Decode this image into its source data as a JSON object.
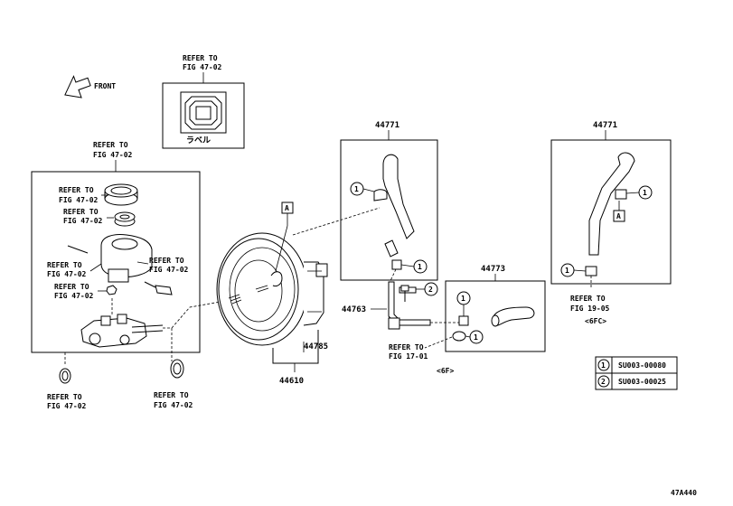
{
  "front_label": "FRONT",
  "refer_to": "REFER TO",
  "fig_47_02": "FIG 47-02",
  "fig_19_05": "FIG 19-05",
  "fig_17_01": "FIG 17-01",
  "label_jp": "ラベル",
  "callout_a": "A",
  "callout_1": "1",
  "callout_2": "2",
  "parts": {
    "p44771": "44771",
    "p44773": "44773",
    "p44763": "44763",
    "p44785": "44785",
    "p44610": "44610"
  },
  "variants": {
    "v6fc": "<6FC>",
    "v6f": "<6F>"
  },
  "legend": [
    {
      "key": "1",
      "code": "SU003-00080"
    },
    {
      "key": "2",
      "code": "SU003-00025"
    }
  ],
  "diagram_id": "47A440"
}
